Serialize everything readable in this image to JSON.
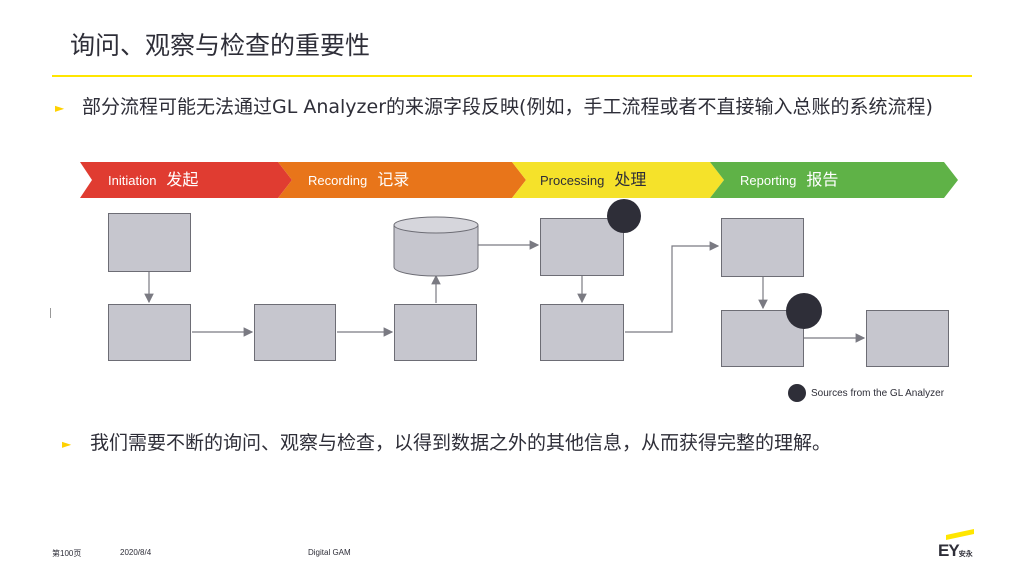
{
  "slide": {
    "title": "询问、观察与检查的重要性",
    "bullet_symbol": "►",
    "bullet1": "部分流程可能无法通过GL Analyzer的来源字段反映(例如，手工流程或者不直接输入总账的系统流程)",
    "bullet2": "我们需要不断的询问、观察与检查，以得到数据之外的其他信息，从而获得完整的理解。"
  },
  "stages": [
    {
      "en": "Initiation",
      "zh": "发起",
      "color": "#e03c31"
    },
    {
      "en": "Recording",
      "zh": "记录",
      "color": "#e8751a"
    },
    {
      "en": "Processing",
      "zh": "处理",
      "color": "#f5e22a"
    },
    {
      "en": "Reporting",
      "zh": "报告",
      "color": "#5fb247"
    }
  ],
  "legend": {
    "label": "Sources from the GL Analyzer",
    "color": "#2e2e38"
  },
  "footer": {
    "page": "第100页",
    "date": "2020/8/4",
    "center": "Digital GAM"
  },
  "logo": {
    "text": "EY",
    "sub": "安永",
    "accent": "#ffe600"
  }
}
